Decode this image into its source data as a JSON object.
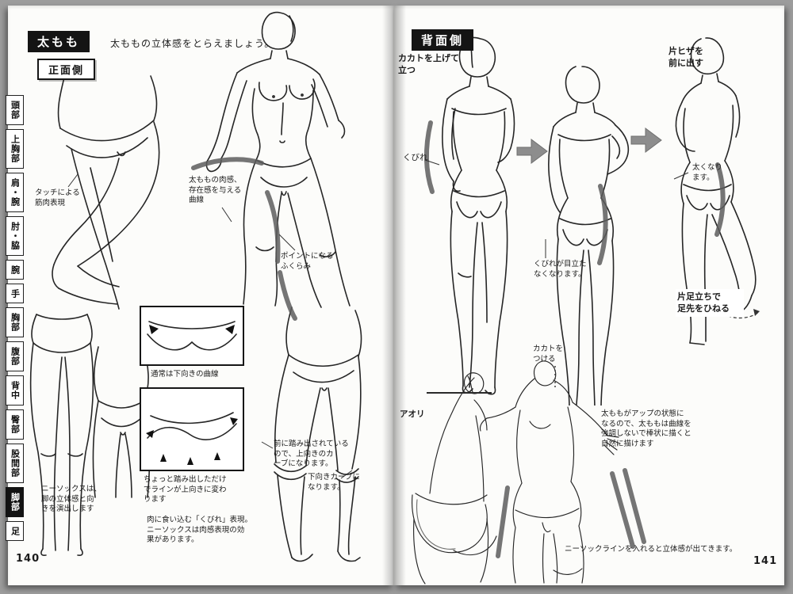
{
  "palette": {
    "page": "#fcfcfa",
    "ink": "#1b1b1b",
    "accent_stroke": "#5d5d5d",
    "arrow_gray": "#8d8d8d"
  },
  "left_page": {
    "page_number": "140",
    "title": "太もも",
    "subtitle": "太ももの立体感をとらえましょう。",
    "side_label": "正面側",
    "tabs": [
      {
        "label": "頭部"
      },
      {
        "label": "上胸部"
      },
      {
        "label": "肩・腕"
      },
      {
        "label": "肘・脇"
      },
      {
        "label": "腕"
      },
      {
        "label": "手"
      },
      {
        "label": "胸部"
      },
      {
        "label": "腹部"
      },
      {
        "label": "背中"
      },
      {
        "label": "臀部"
      },
      {
        "label": "股間部"
      },
      {
        "label": "脚部"
      },
      {
        "label": "足"
      }
    ],
    "notes": {
      "touch_muscle": "タッチによる\n筋肉表現",
      "flesh_curve": "太ももの肉感、\n存在感を与える\n曲線",
      "point_bulge": "ポイントになる\nふくらみ",
      "normal_curve": "通常は下向きの曲線",
      "step_change": "ちょっと踏み出しただけ\nでラインが上向きに変わ\nります",
      "kubire_flesh": "肉に食い込む「くびれ」表現。\nニーソックスは肉感表現の効\n果があります。",
      "kneesock_direction": "ニーソックスは、\n脚の立体感と向\nきを演出します",
      "step_forward": "前に踏み出されている\nので、上向きのカ\nーブになります。",
      "down_curve": "下向きカーブに\nなります。"
    }
  },
  "right_page": {
    "page_number": "141",
    "side_label": "背面側",
    "notes": {
      "heel_up": "カカトを上げて\n立つ",
      "knee_forward": "片ヒザを\n前に出す",
      "kubire": "くびれ",
      "kubire_hidden": "くびれが目立た\nなくなります。",
      "thicker": "太くなり\nます。",
      "heel_down": "カカトを\nつける",
      "one_leg_twist": "片足立ちで\n足先をひねる",
      "aori": "アオリ",
      "thigh_up_note": "太ももがアップの状態に\nなるので、太ももは曲線を\n強調しないで棒状に描くと\n自然に描けます",
      "kneesock_3d": "ニーソックラインを入れると立体感が出てきます。"
    }
  }
}
